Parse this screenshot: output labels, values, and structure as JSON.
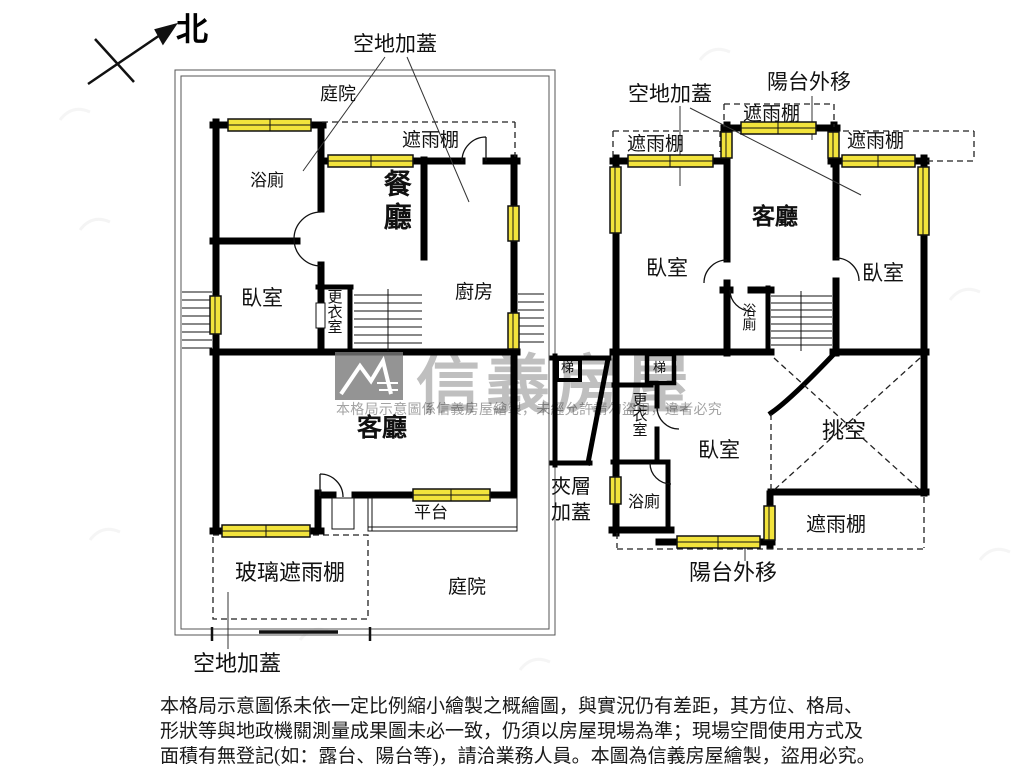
{
  "compass": {
    "north_label": "北"
  },
  "watermark": {
    "brand": "信義房屋",
    "notice": "本格局示意圖係信義房屋繪製，未經允許請勿盜用，違者必究"
  },
  "left_plan": {
    "open_addition_top": "空地加蓋",
    "courtyard_top": "庭院",
    "rain_canopy": "遮雨棚",
    "bathroom": "浴廁",
    "dining_room": "餐廳",
    "bedroom": "臥室",
    "walk_in_closet": "更衣室",
    "kitchen": "廚房",
    "living_room": "客廳",
    "platform": "平台",
    "glass_rain_canopy": "玻璃遮雨棚",
    "courtyard_bottom": "庭院",
    "open_addition_bottom": "空地加蓋"
  },
  "mezzanine": {
    "stair": "梯",
    "label": "夾層加蓋"
  },
  "right_plan": {
    "open_addition": "空地加蓋",
    "balcony_extension_top": "陽台外移",
    "rain_canopy_left": "遮雨棚",
    "rain_canopy_center": "遮雨棚",
    "rain_canopy_right": "遮雨棚",
    "living_room": "客廳",
    "bedroom_left": "臥室",
    "bedroom_right": "臥室",
    "bathroom_upper": "浴廁",
    "stair": "梯",
    "walk_in_closet": "更衣室",
    "bedroom_lower": "臥室",
    "bathroom_lower": "浴廁",
    "double_height_void": "挑空",
    "rain_canopy_bottom": "遮雨棚",
    "balcony_extension_bottom": "陽台外移"
  },
  "disclaimer": {
    "line1": "本格局示意圖係未依一定比例縮小繪製之概繪圖，與實況仍有差距，其方位、格局、",
    "line2": "形狀等與地政機關測量成果圖未必一致，仍須以房屋現場為準；現場空間使用方式及",
    "line3": "面積有無登記(如：露台、陽台等)，請洽業務人員。本圖為信義房屋繪製，盜用必究。"
  }
}
